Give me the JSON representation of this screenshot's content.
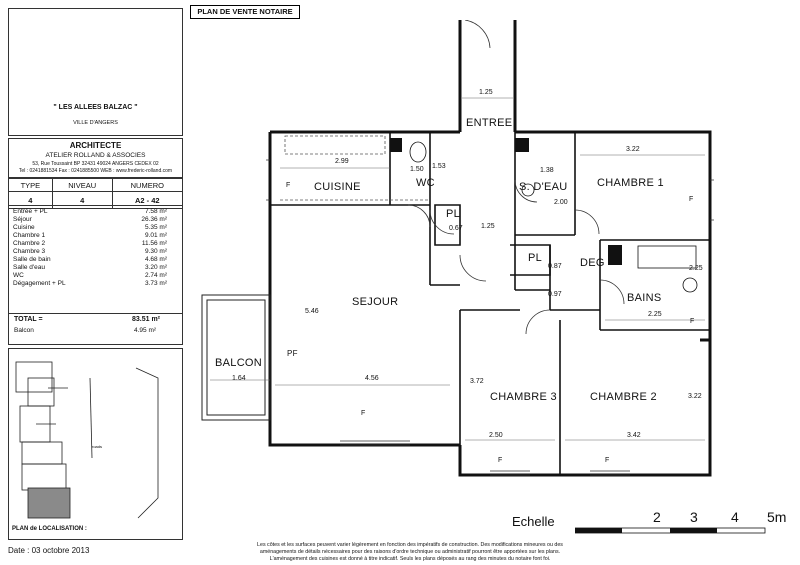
{
  "header": {
    "title": "PLAN DE VENTE NOTAIRE"
  },
  "project": {
    "name": "\" LES ALLEES BALZAC \"",
    "city": "VILLE D'ANGERS"
  },
  "architect": {
    "heading": "ARCHITECTE",
    "firm": "ATELIER ROLLAND & ASSOCIES",
    "address": "53, Rue Toussaint  BP 32431    49024 ANGERS CEDEX 02",
    "contact": "Tel : 0241881534    Fax : 0241885500    WEB : www.frederic-rolland.com"
  },
  "unit_table": {
    "headers": [
      "TYPE",
      "NIVEAU",
      "NUMERO"
    ],
    "values": [
      "4",
      "4",
      "A2 - 42"
    ]
  },
  "surfaces": [
    {
      "room": "Entrée + PL",
      "area": "7.58 m²"
    },
    {
      "room": "Séjour",
      "area": "26.36 m²"
    },
    {
      "room": "Cuisine",
      "area": "5.35 m²"
    },
    {
      "room": "Chambre 1",
      "area": "9.01 m²"
    },
    {
      "room": "Chambre 2",
      "area": "11.56 m²"
    },
    {
      "room": "Chambre 3",
      "area": "9.30 m²"
    },
    {
      "room": "Salle de bain",
      "area": "4.68 m²"
    },
    {
      "room": "Salle d'eau",
      "area": "3.20 m²"
    },
    {
      "room": "WC",
      "area": "2.74 m²"
    },
    {
      "room": "Dégagement + PL",
      "area": "3.73 m²"
    }
  ],
  "total": {
    "label": "TOTAL =",
    "area": "83.51 m²"
  },
  "balcon": {
    "label": "Balcon",
    "area": "4.95 m²"
  },
  "localisation_label": "PLAN de LOCALISATION :",
  "rooms": {
    "entree": "ENTREE",
    "cuisine": "CUISINE",
    "wc": "WC",
    "sdeau": "S. D'EAU",
    "chambre1": "CHAMBRE 1",
    "pl1": "PL",
    "pl2": "PL",
    "deg": "DEG",
    "bains": "BAINS",
    "sejour": "SEJOUR",
    "balcon": "BALCON",
    "pf": "PF",
    "chambre3": "CHAMBRE 3",
    "chambre2": "CHAMBRE 2",
    "f": "F"
  },
  "dimensions": {
    "d125a": "1.25",
    "d299": "2.99",
    "d150": "1.50",
    "d138": "1.38",
    "d322": "3.22",
    "d067": "0.67",
    "d125b": "1.25",
    "d087": "0.87",
    "d097": "0.97",
    "d225": "2.25",
    "d546": "5.46",
    "d164": "1.64",
    "d456": "4.56",
    "d372": "3.72",
    "d322v": "3.22",
    "d250": "2.50",
    "d342": "3.42",
    "d200": "2.00",
    "d225b": "2.25",
    "d153": "1.53"
  },
  "scale": {
    "label": "Echelle",
    "ticks": [
      "2",
      "3",
      "4",
      "5m"
    ]
  },
  "date": "Date : 03 octobre 2013",
  "disclaimer": [
    "Les côtes et les surfaces peuvent varier légèrement en fonction des impératifs de construction. Des modifications mineures ou des",
    "aménagements de détails nécessaires pour des raisons d'ordre technique ou administratif pourront être apportées sur les plans.",
    "L'aménagement des cuisines est donné à titre indicatif. Seuls les plans déposés au rang des minutes du notaire font foi."
  ]
}
